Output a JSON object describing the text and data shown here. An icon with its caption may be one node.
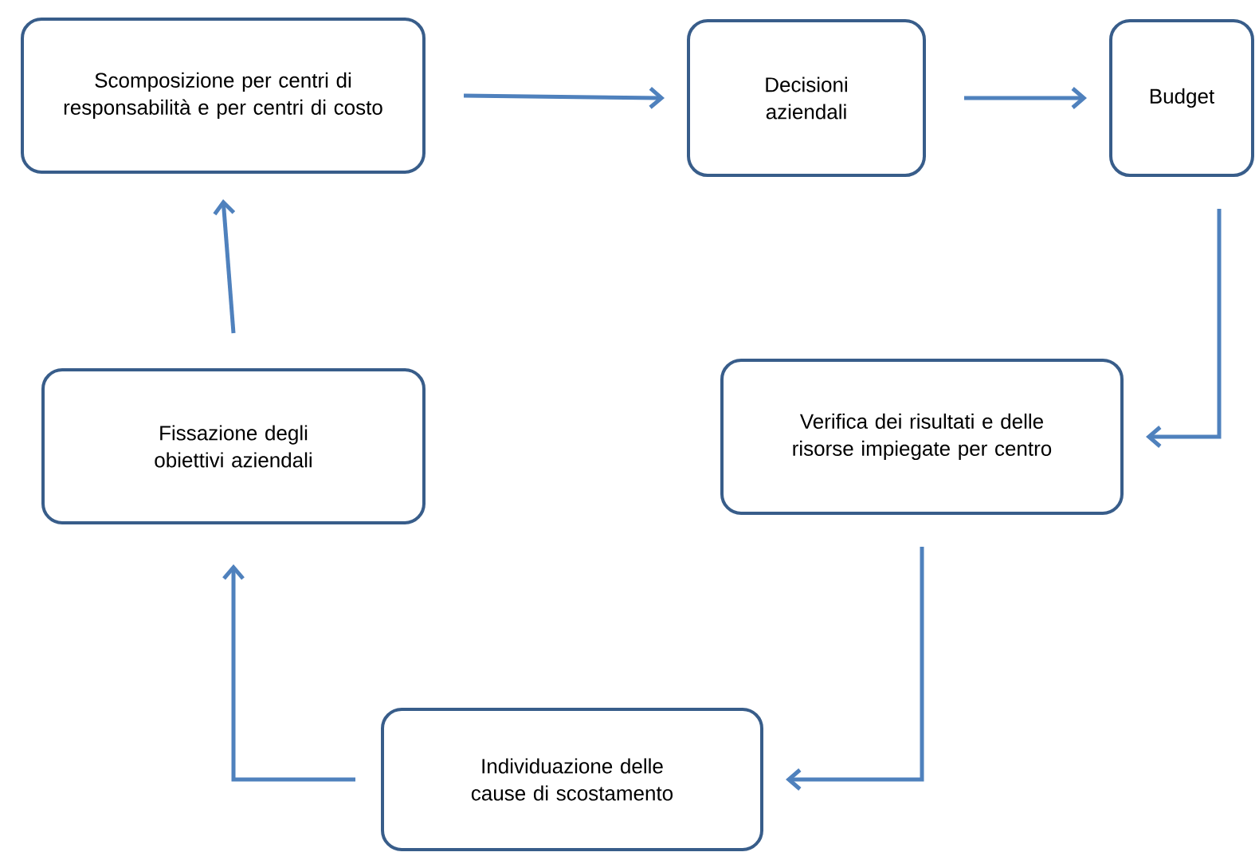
{
  "diagram": {
    "nodes": [
      {
        "text": [
          "Scomposizione per centri di responsabilità e per centri di costo"
        ]
      },
      {
        "text": [
          "Decisioni aziendali"
        ]
      },
      {
        "text": [
          "Budget"
        ]
      },
      {
        "text": [
          "Fissazione degli obiettivi aziendali"
        ]
      },
      {
        "text": [
          "Verifica dei risultati e delle risorse impiegate per centro"
        ]
      },
      {
        "text": [
          "Individuazione delle cause di scostamento"
        ]
      }
    ],
    "edges": [
      {
        "from": 0,
        "to": 1,
        "arrow": "to"
      },
      {
        "from": 1,
        "to": 2,
        "arrow": "to"
      },
      {
        "from": 2,
        "to": 4,
        "arrow": "to"
      },
      {
        "from": 4,
        "to": 5,
        "arrow": "to"
      },
      {
        "from": 5,
        "to": 3,
        "arrow": "to"
      },
      {
        "from": 3,
        "to": 0,
        "arrow": "to"
      }
    ]
  }
}
